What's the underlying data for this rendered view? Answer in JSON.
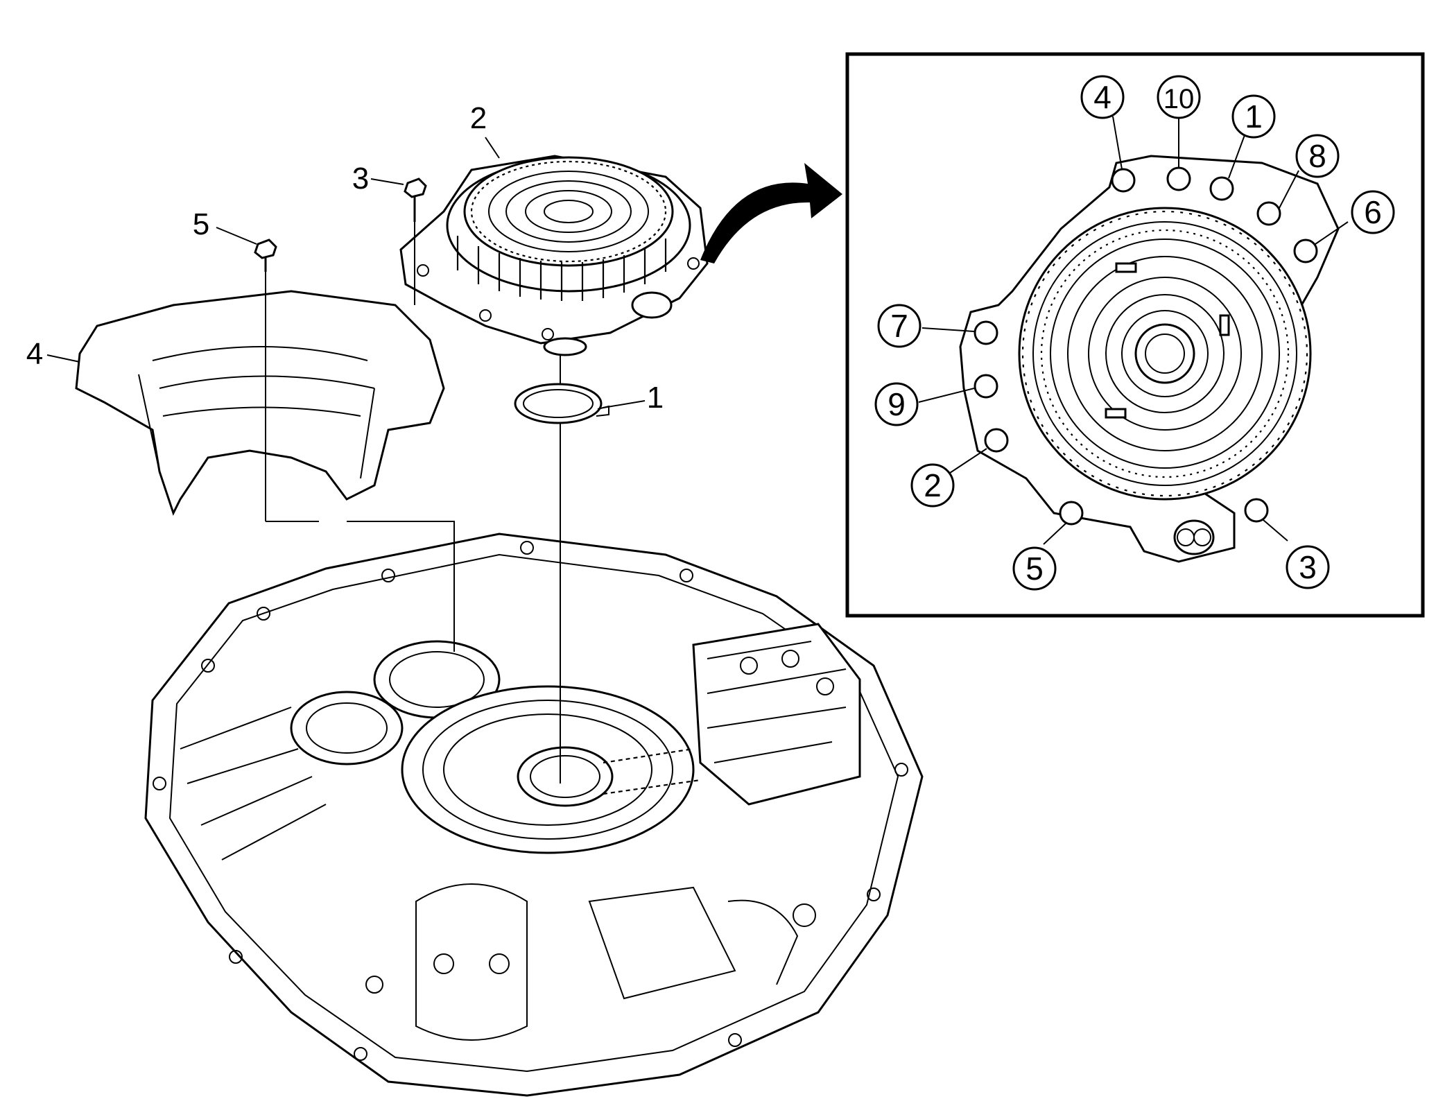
{
  "callouts": {
    "c1": "1",
    "c2": "2",
    "c3": "3",
    "c4": "4",
    "c5": "5"
  },
  "sequence": {
    "s1": "1",
    "s2": "2",
    "s3": "3",
    "s4": "4",
    "s5": "5",
    "s6": "6",
    "s7": "7",
    "s8": "8",
    "s9": "9",
    "s10": "10"
  }
}
